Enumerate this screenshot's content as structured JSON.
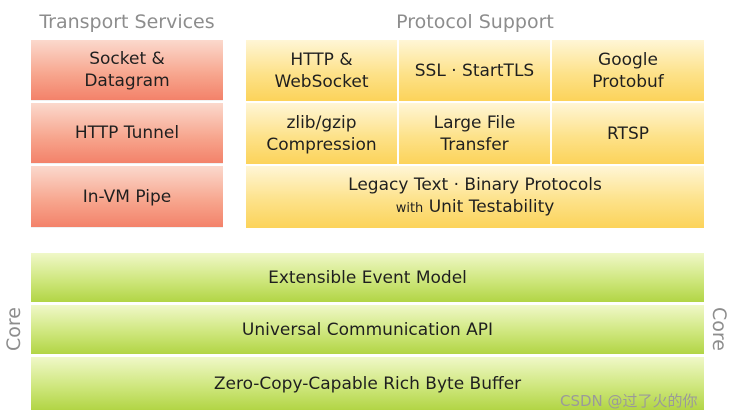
{
  "headings": {
    "transport": "Transport Services",
    "protocol": "Protocol Support"
  },
  "transport": [
    {
      "line1": "Socket &",
      "line2": "Datagram"
    },
    {
      "line1": "HTTP Tunnel"
    },
    {
      "line1": "In-VM Pipe"
    }
  ],
  "protocol": {
    "http": {
      "line1": "HTTP &",
      "line2": "WebSocket"
    },
    "ssl": {
      "line1": "SSL · StartTLS"
    },
    "protobuf": {
      "line1": "Google",
      "line2": "Protobuf"
    },
    "zlib": {
      "line1": "zlib/gzip",
      "line2": "Compression"
    },
    "largefile": {
      "line1": "Large File",
      "line2": "Transfer"
    },
    "rtsp": {
      "line1": "RTSP"
    },
    "legacy": {
      "line1": "Legacy Text · Binary Protocols",
      "line2_prefix": "with",
      "line2": "Unit Testability"
    }
  },
  "core": {
    "label": "Core",
    "layers": [
      "Extensible Event Model",
      "Universal Communication API",
      "Zero-Copy-Capable Rich Byte Buffer"
    ]
  },
  "watermark": "CSDN @过了火的你",
  "colors": {
    "transport": "#f7a58d",
    "protocol": "#fde28a",
    "core": "#cfe77e",
    "heading": "#8d8d8d"
  }
}
